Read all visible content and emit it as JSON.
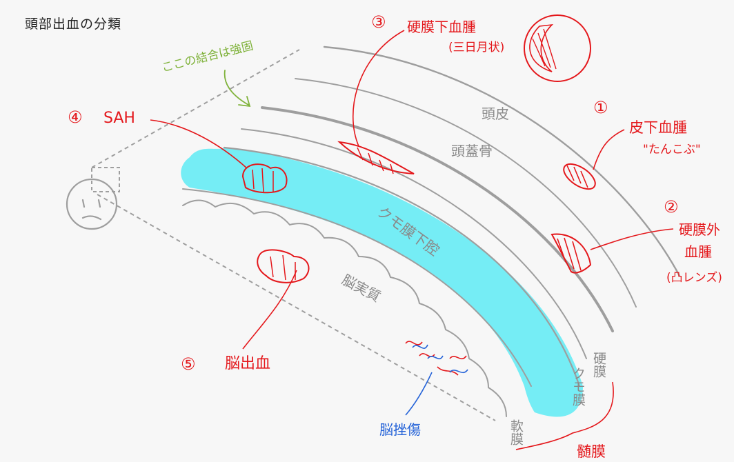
{
  "title": "頭部出血の分類",
  "layers": {
    "scalp": "頭皮",
    "skull": "頭蓋骨",
    "subarachnoid_space": "クモ膜下腔",
    "parenchyma": "脳実質",
    "dura": "硬膜",
    "arachnoid": "クモ膜",
    "pia": "軟膜",
    "meninges": "髄膜"
  },
  "annotations": {
    "adhesion_note": "ここの結合は強固",
    "n1": "①",
    "subcutaneous_1": "皮下血腫",
    "subcutaneous_2": "\"たんこぶ\"",
    "n2": "②",
    "epidural_1": "硬膜外",
    "epidural_2": "血腫",
    "epidural_3": "(凸レンズ)",
    "n3": "③",
    "subdural_1": "硬膜下血腫",
    "subdural_2": "(三日月状)",
    "n4": "④",
    "sah": "SAH",
    "n5": "⑤",
    "ich": "脳出血",
    "contusion": "脳挫傷"
  },
  "colors": {
    "membrane_lines": "#9e9e9e",
    "csf_space": "#6eecf4",
    "annotation_red": "#e4171b",
    "annotation_green": "#7fb23a",
    "annotation_blue": "#2563d8"
  }
}
